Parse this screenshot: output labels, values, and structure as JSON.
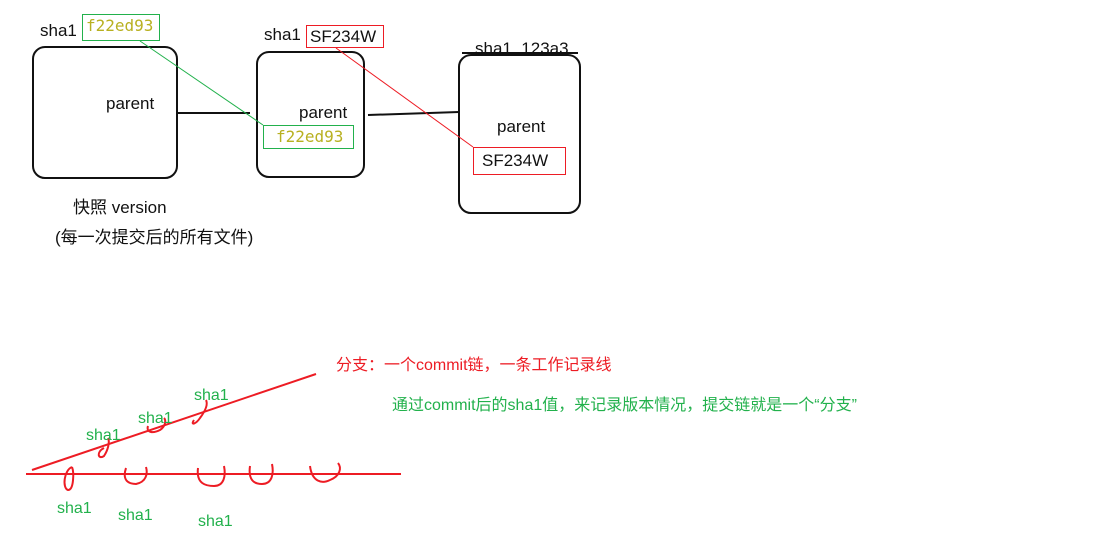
{
  "commits": [
    {
      "sha_label": "sha1",
      "sha_value": "f22ed93",
      "parent_label": "parent"
    },
    {
      "sha_label": "sha1",
      "sha_value": "SF234W",
      "parent_label": "parent",
      "parent_value": "f22ed93"
    },
    {
      "sha_label": "sha1  123a3",
      "parent_label": "parent",
      "parent_value": "SF234W"
    }
  ],
  "snapshot": {
    "title": "快照 version",
    "note": "(每一次提交后的所有文件)"
  },
  "branch": {
    "definition": "分支：一个commit链，一条工作记录线",
    "explanation": "通过commit后的sha1值，来记录版本情况，提交链就是一个“分支”",
    "upper_labels": [
      "sha1",
      "sha1",
      "sha1"
    ],
    "lower_labels": [
      "sha1",
      "sha1",
      "sha1"
    ]
  },
  "colors": {
    "green": "#22b14c",
    "red": "#ed1c24",
    "hash_text": "#b8b020"
  }
}
